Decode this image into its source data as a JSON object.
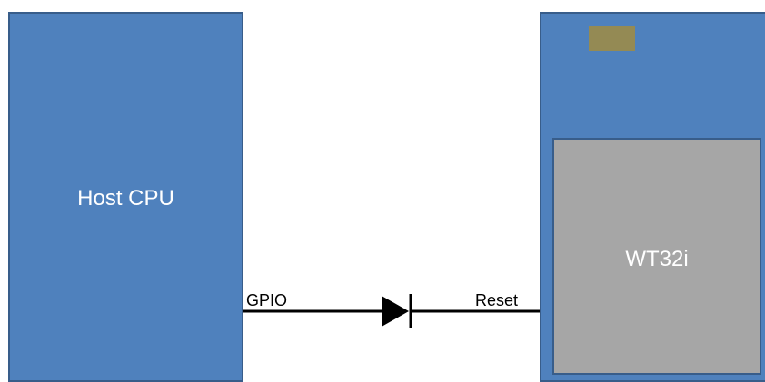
{
  "host": {
    "label": "Host CPU"
  },
  "module": {
    "label": "WT32i"
  },
  "signals": {
    "gpio": "GPIO",
    "reset": "Reset"
  },
  "colors": {
    "block_fill": "#4f81bd",
    "block_border": "#385d8a",
    "module_fill": "#a6a6a6",
    "pad_fill": "#948a54",
    "wire": "#000000"
  }
}
